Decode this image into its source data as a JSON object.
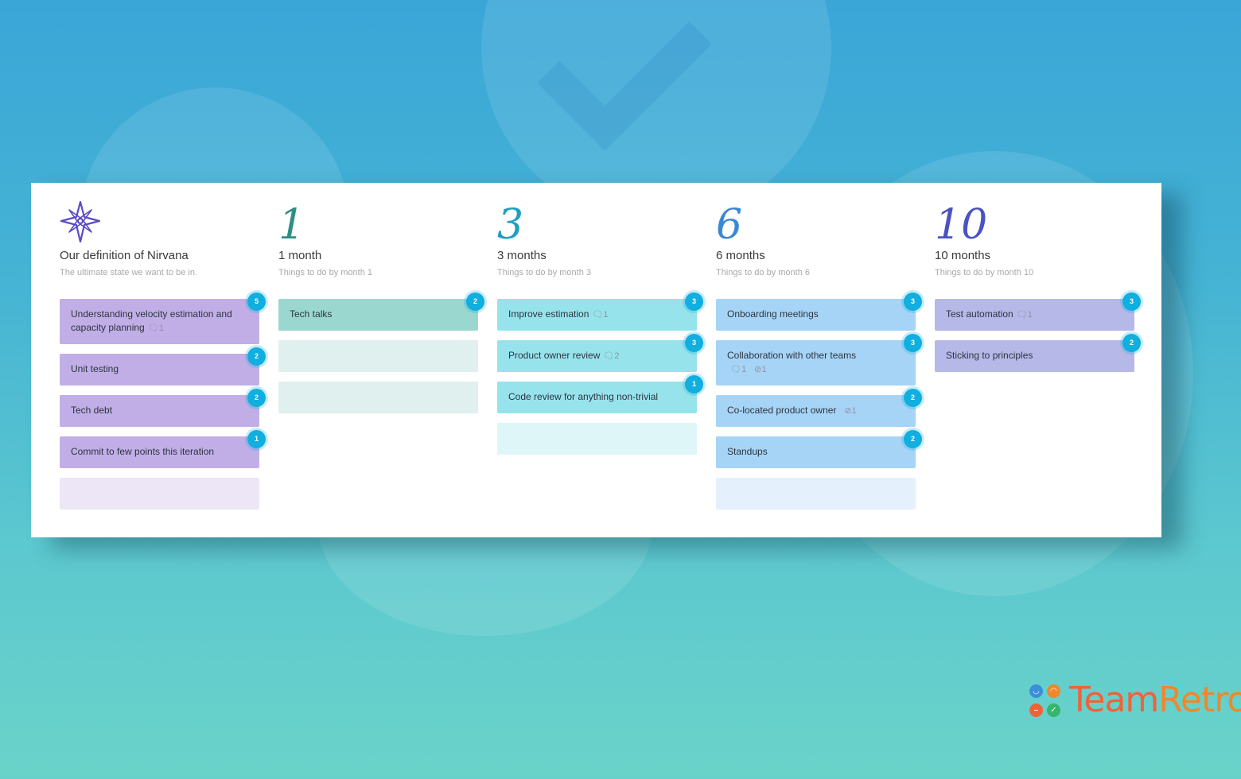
{
  "colors": {
    "purple": "#c1aee6",
    "purple_empty": "#ece6f6",
    "teal": "#9ad8cf",
    "teal_empty": "#dff0ee",
    "cyan": "#97e3ec",
    "cyan_empty": "#def6f8",
    "blue": "#a6d4f6",
    "blue_empty": "#e4f1fc",
    "lavender": "#b6b8e8",
    "vote_badge": "#11aee0",
    "logo_team": "#f0623a",
    "logo_retro": "#f0872b"
  },
  "columns": [
    {
      "icon": "compass-star-icon",
      "icon_color": "#5a4cc2",
      "title": "Our definition of Nirvana",
      "subtitle": "The ultimate state we want to be in.",
      "card_color": "#c1aee6",
      "empty_color": "#ece6f6",
      "cards": [
        {
          "text": "Understanding velocity estimation and capacity planning",
          "comments": "1",
          "votes": "5",
          "tall": true
        },
        {
          "text": "Unit testing",
          "votes": "2"
        },
        {
          "text": "Tech debt",
          "votes": "2"
        },
        {
          "text": "Commit to few points this iteration",
          "votes": "1"
        }
      ],
      "empty_slots": 1
    },
    {
      "icon": "number-1-icon",
      "handwritten": "1",
      "icon_color": "#2d8f85",
      "title": "1 month",
      "subtitle": "Things to do by month 1",
      "card_color": "#9ad8cf",
      "empty_color": "#dff0ee",
      "cards": [
        {
          "text": "Tech talks",
          "votes": "2"
        }
      ],
      "empty_slots": 2
    },
    {
      "icon": "number-3-icon",
      "handwritten": "3",
      "icon_color": "#1f9fc0",
      "title": "3 months",
      "subtitle": "Things to do by month 3",
      "card_color": "#97e3ec",
      "empty_color": "#def6f8",
      "cards": [
        {
          "text": "Improve estimation",
          "comments": "1",
          "votes": "3"
        },
        {
          "text": "Product owner review",
          "comments": "2",
          "votes": "3"
        },
        {
          "text": "Code review for anything non-trivial",
          "votes": "1"
        }
      ],
      "empty_slots": 1
    },
    {
      "icon": "number-6-icon",
      "handwritten": "6",
      "icon_color": "#3a87d6",
      "title": "6 months",
      "subtitle": "Things to do by month 6",
      "card_color": "#a6d4f6",
      "empty_color": "#e4f1fc",
      "cards": [
        {
          "text": "Onboarding meetings",
          "votes": "3"
        },
        {
          "text": "Collaboration with other teams",
          "comments": "1",
          "actions": "1",
          "votes": "3"
        },
        {
          "text": "Co-located product owner",
          "actions": "1",
          "votes": "2"
        },
        {
          "text": "Standups",
          "votes": "2"
        }
      ],
      "empty_slots": 1
    },
    {
      "icon": "number-10-icon",
      "handwritten": "10",
      "icon_color": "#4b53c4",
      "title": "10 months",
      "subtitle": "Things to do by month 10",
      "card_color": "#b6b8e8",
      "empty_color": "#ecedf9",
      "cards": [
        {
          "text": "Test automation",
          "comments": "1",
          "votes": "3"
        },
        {
          "text": "Sticking to principles",
          "votes": "2"
        }
      ],
      "empty_slots": 0
    }
  ],
  "logo": {
    "team": "Team",
    "retro": "Retro"
  }
}
